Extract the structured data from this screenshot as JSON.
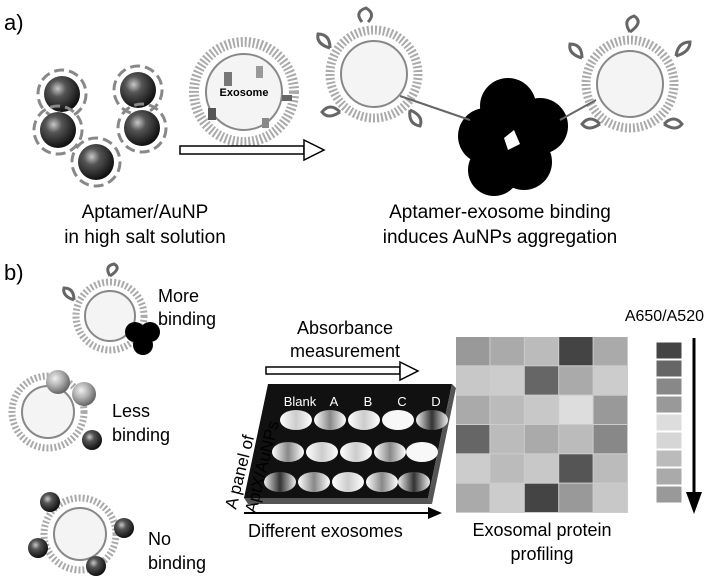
{
  "panel_a": {
    "label": "a)",
    "exosome_label": "Exosome",
    "left_caption_line1": "Aptamer/AuNP",
    "left_caption_line2": "in high salt solution",
    "right_caption_line1": "Aptamer-exosome binding",
    "right_caption_line2": "induces AuNPs aggregation"
  },
  "panel_b": {
    "label": "b)",
    "more_binding_line1": "More",
    "more_binding_line2": "binding",
    "less_binding_line1": "Less",
    "less_binding_line2": "binding",
    "no_binding_line1": "No",
    "no_binding_line2": "binding",
    "absorbance_line1": "Absorbance",
    "absorbance_line2": "measurement",
    "panel_axis_line1": "A panel of",
    "panel_axis_line2": "AptX/AuNPs",
    "plate_columns": [
      "Blank",
      "A",
      "B",
      "C",
      "D"
    ],
    "different_exosomes": "Different exosomes",
    "profiling_line1": "Exosomal protein",
    "profiling_line2": "profiling",
    "scale_title": "A650/A520"
  },
  "colors": {
    "gold_np": "#2a2a2a",
    "aggregate": "#000000",
    "membrane": "#9a9a9a",
    "aptamer": "#7a7a7a"
  }
}
